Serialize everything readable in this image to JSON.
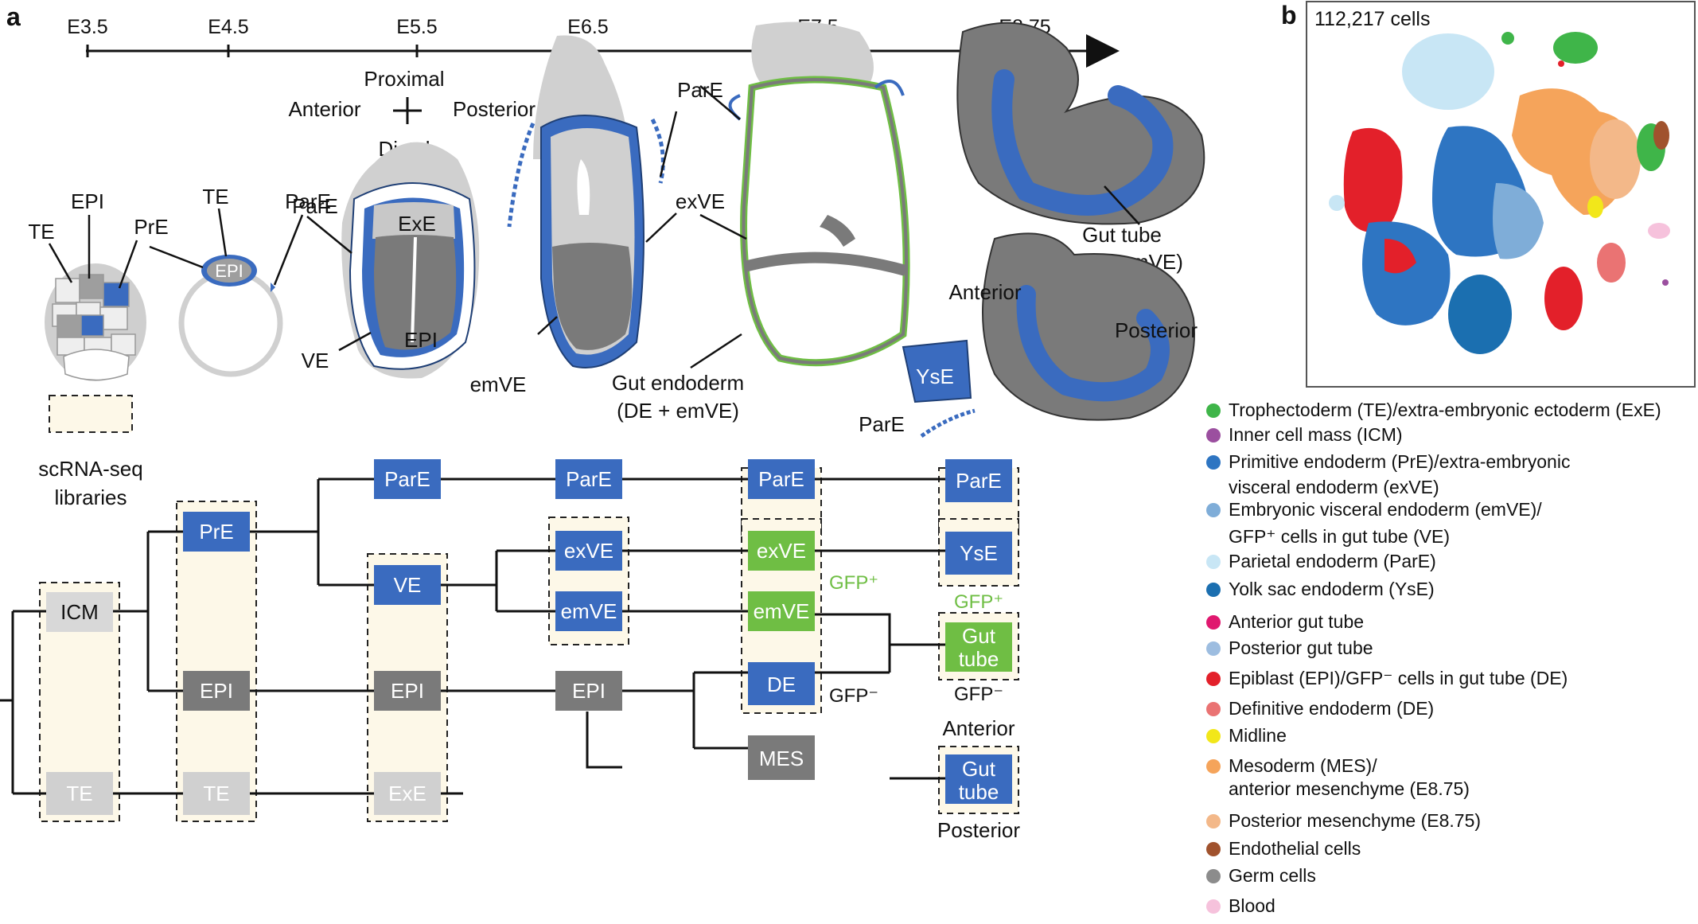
{
  "panel_a_label": "a",
  "panel_b_label": "b",
  "timeline": [
    "E3.5",
    "E4.5",
    "E5.5",
    "E6.5",
    "E7.5",
    "E8.75"
  ],
  "orientation": {
    "proximal": "Proximal",
    "distal": "Distal",
    "anterior": "Anterior",
    "posterior": "Posterior"
  },
  "embryo_labels": {
    "te": "TE",
    "epi_e35": "EPI",
    "pre": "PrE",
    "te_e45": "TE",
    "epi_e45": "EPI",
    "pare_e45": "ParE",
    "exe": "ExE",
    "epi_e55": "EPI",
    "ve": "VE",
    "emve": "emVE",
    "pare_e65": "ParE",
    "exve": "exVE",
    "gut_endoderm_1": "Gut endoderm",
    "gut_endoderm_2": "(DE + emVE)",
    "gut_tube_1": "Gut tube",
    "gut_tube_2": "(DE + emVE)",
    "anterior_e875": "Anterior",
    "posterior_e875": "Posterior",
    "yse": "YsE",
    "pare_e875": "ParE"
  },
  "libraries_label_1": "scRNA-seq",
  "libraries_label_2": "libraries",
  "lineage_boxes": {
    "icm": "ICM",
    "te1": "TE",
    "pre": "PrE",
    "epi2": "EPI",
    "te2": "TE",
    "pare3": "ParE",
    "ve": "VE",
    "epi3": "EPI",
    "exe": "ExE",
    "pare4": "ParE",
    "exve4": "exVE",
    "emve4": "emVE",
    "epi4": "EPI",
    "pare5": "ParE",
    "exve5": "exVE",
    "emve5": "emVE",
    "de5": "DE",
    "mes5": "MES",
    "pare6": "ParE",
    "yse6": "YsE",
    "gut_a_1": "Gut",
    "gut_a_2": "tube",
    "gut_p_1": "Gut",
    "gut_p_2": "tube"
  },
  "gfp_labels": {
    "gfp_pos_1": "GFP⁺",
    "gfp_neg_1": "GFP⁻",
    "gfp_pos_2": "GFP⁺",
    "gfp_neg_2": "GFP⁻"
  },
  "gut_positions": {
    "anterior": "Anterior",
    "posterior": "Posterior"
  },
  "tsne_title": "112,217 cells",
  "legend": [
    {
      "label": "Trophectoderm (TE)/extra-embryonic ectoderm (ExE)",
      "color": "#3fb549"
    },
    {
      "label": "Inner cell mass (ICM)",
      "color": "#9b4f9f"
    },
    {
      "label": "Primitive endoderm (PrE)/extra-embryonic",
      "label2": "visceral endoderm (exVE)",
      "color": "#2e75c2"
    },
    {
      "label": "Embryonic visceral endoderm (emVE)/",
      "label2": "GFP⁺ cells in gut tube (VE)",
      "color": "#7fadd8"
    },
    {
      "label": "Parietal endoderm (ParE)",
      "color": "#c8e6f5"
    },
    {
      "label": "Yolk sac endoderm (YsE)",
      "color": "#1b6fb0"
    },
    {
      "label": "Anterior gut tube",
      "color": "#e0186f"
    },
    {
      "label": "Posterior gut tube",
      "color": "#9dbde0"
    },
    {
      "label": "Epiblast (EPI)/GFP⁻ cells in gut tube (DE)",
      "color": "#e3202a"
    },
    {
      "label": "Definitive endoderm (DE)",
      "color": "#ea7373"
    },
    {
      "label": "Midline",
      "color": "#f2e71a"
    },
    {
      "label": "Mesoderm (MES)/",
      "label2": "anterior mesenchyme (E8.75)",
      "color": "#f5a45b"
    },
    {
      "label": "Posterior mesenchyme (E8.75)",
      "color": "#f3b889"
    },
    {
      "label": "Endothelial cells",
      "color": "#a0522d"
    },
    {
      "label": "Germ cells",
      "color": "#8c8c8c"
    },
    {
      "label": "Blood",
      "color": "#f6c2dc"
    }
  ],
  "colors": {
    "blue": "#3a6bbf",
    "green": "#6fbe44",
    "dark_grey": "#808080",
    "light_grey": "#d0d0d0",
    "library_bg": "#fdf8e8"
  }
}
